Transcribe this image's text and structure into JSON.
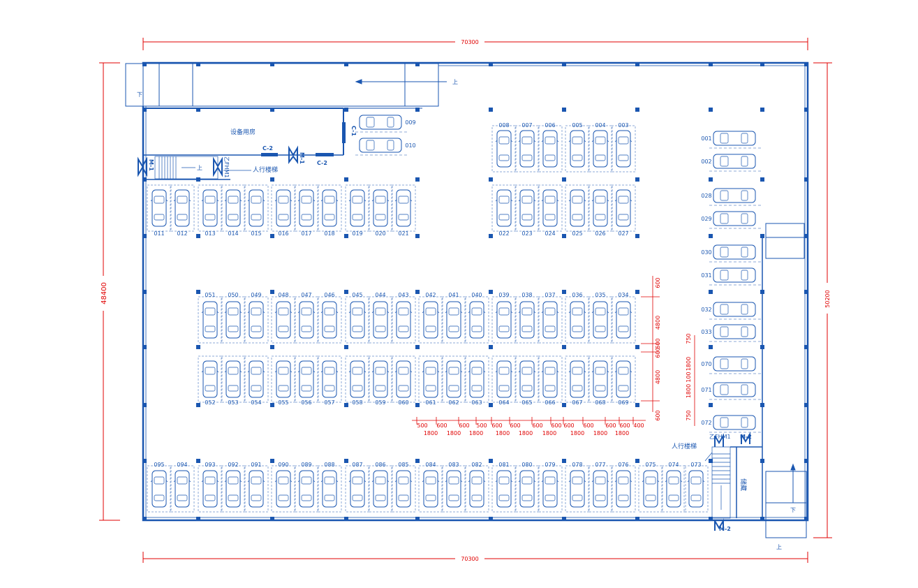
{
  "dimensions": {
    "top_width": "70300",
    "bottom_width": "70300",
    "left_height": "48400",
    "right_height": "50200"
  },
  "rooms": {
    "equipment": "设备用房",
    "stair_top": "人行楼梯",
    "stair_bottom": "人行楼梯",
    "storage": "储藏"
  },
  "ramp_labels": {
    "top_down": "下",
    "top_up": "上",
    "right_down": "下",
    "right_up": "上",
    "stair_up": "上"
  },
  "door_tags": {
    "c2_a": "C-2",
    "c2_b": "C-2",
    "c1": "C-1",
    "m1_a": "M-1",
    "m1_b": "M-1",
    "m2_a": "M-2",
    "m2_b": "M-2",
    "fm_a": "乙FHM1",
    "fm_b": "乙FHM1"
  },
  "parking": {
    "top_left_row": [
      "011",
      "012",
      "013",
      "014",
      "015",
      "016",
      "017",
      "018",
      "019",
      "020",
      "021"
    ],
    "top_right_upper": [
      "008",
      "007",
      "006",
      "005",
      "004",
      "003"
    ],
    "top_right_lower": [
      "022",
      "023",
      "024",
      "025",
      "026",
      "027"
    ],
    "equipment_spots": [
      "009",
      "010"
    ],
    "right_column": [
      "001",
      "002",
      "028",
      "029",
      "030",
      "031",
      "032",
      "033",
      "070",
      "071",
      "072"
    ],
    "middle_upper": [
      "051",
      "050",
      "049",
      "048",
      "047",
      "046",
      "045",
      "044",
      "043",
      "042",
      "041",
      "040",
      "039",
      "038",
      "037",
      "036",
      "035",
      "034"
    ],
    "middle_lower": [
      "052",
      "053",
      "054",
      "055",
      "056",
      "057",
      "058",
      "059",
      "060",
      "061",
      "062",
      "063",
      "064",
      "065",
      "066",
      "067",
      "068",
      "069"
    ],
    "bottom_row": [
      "095",
      "094",
      "093",
      "092",
      "091",
      "090",
      "089",
      "088",
      "087",
      "086",
      "085",
      "084",
      "083",
      "082",
      "081",
      "080",
      "079",
      "078",
      "077",
      "076",
      "075",
      "074",
      "073"
    ]
  },
  "dim_notes": {
    "vert_right": [
      "600",
      "4800",
      "600",
      "600",
      "4800",
      "600"
    ],
    "vert_right_col": [
      "750",
      "1800",
      "100",
      "1800",
      "750"
    ],
    "horiz_top": [
      "500",
      "600",
      "600",
      "500",
      "600",
      "600",
      "600",
      "600",
      "600",
      "600",
      "600",
      "600",
      "400"
    ],
    "horiz_bottom": [
      "1800",
      "1800",
      "1800",
      "1800",
      "1800",
      "1800",
      "1800",
      "1800",
      "1800"
    ]
  },
  "colors": {
    "line": "#1a56b0",
    "dimension": "#e00000",
    "column": "#1a56b0"
  }
}
